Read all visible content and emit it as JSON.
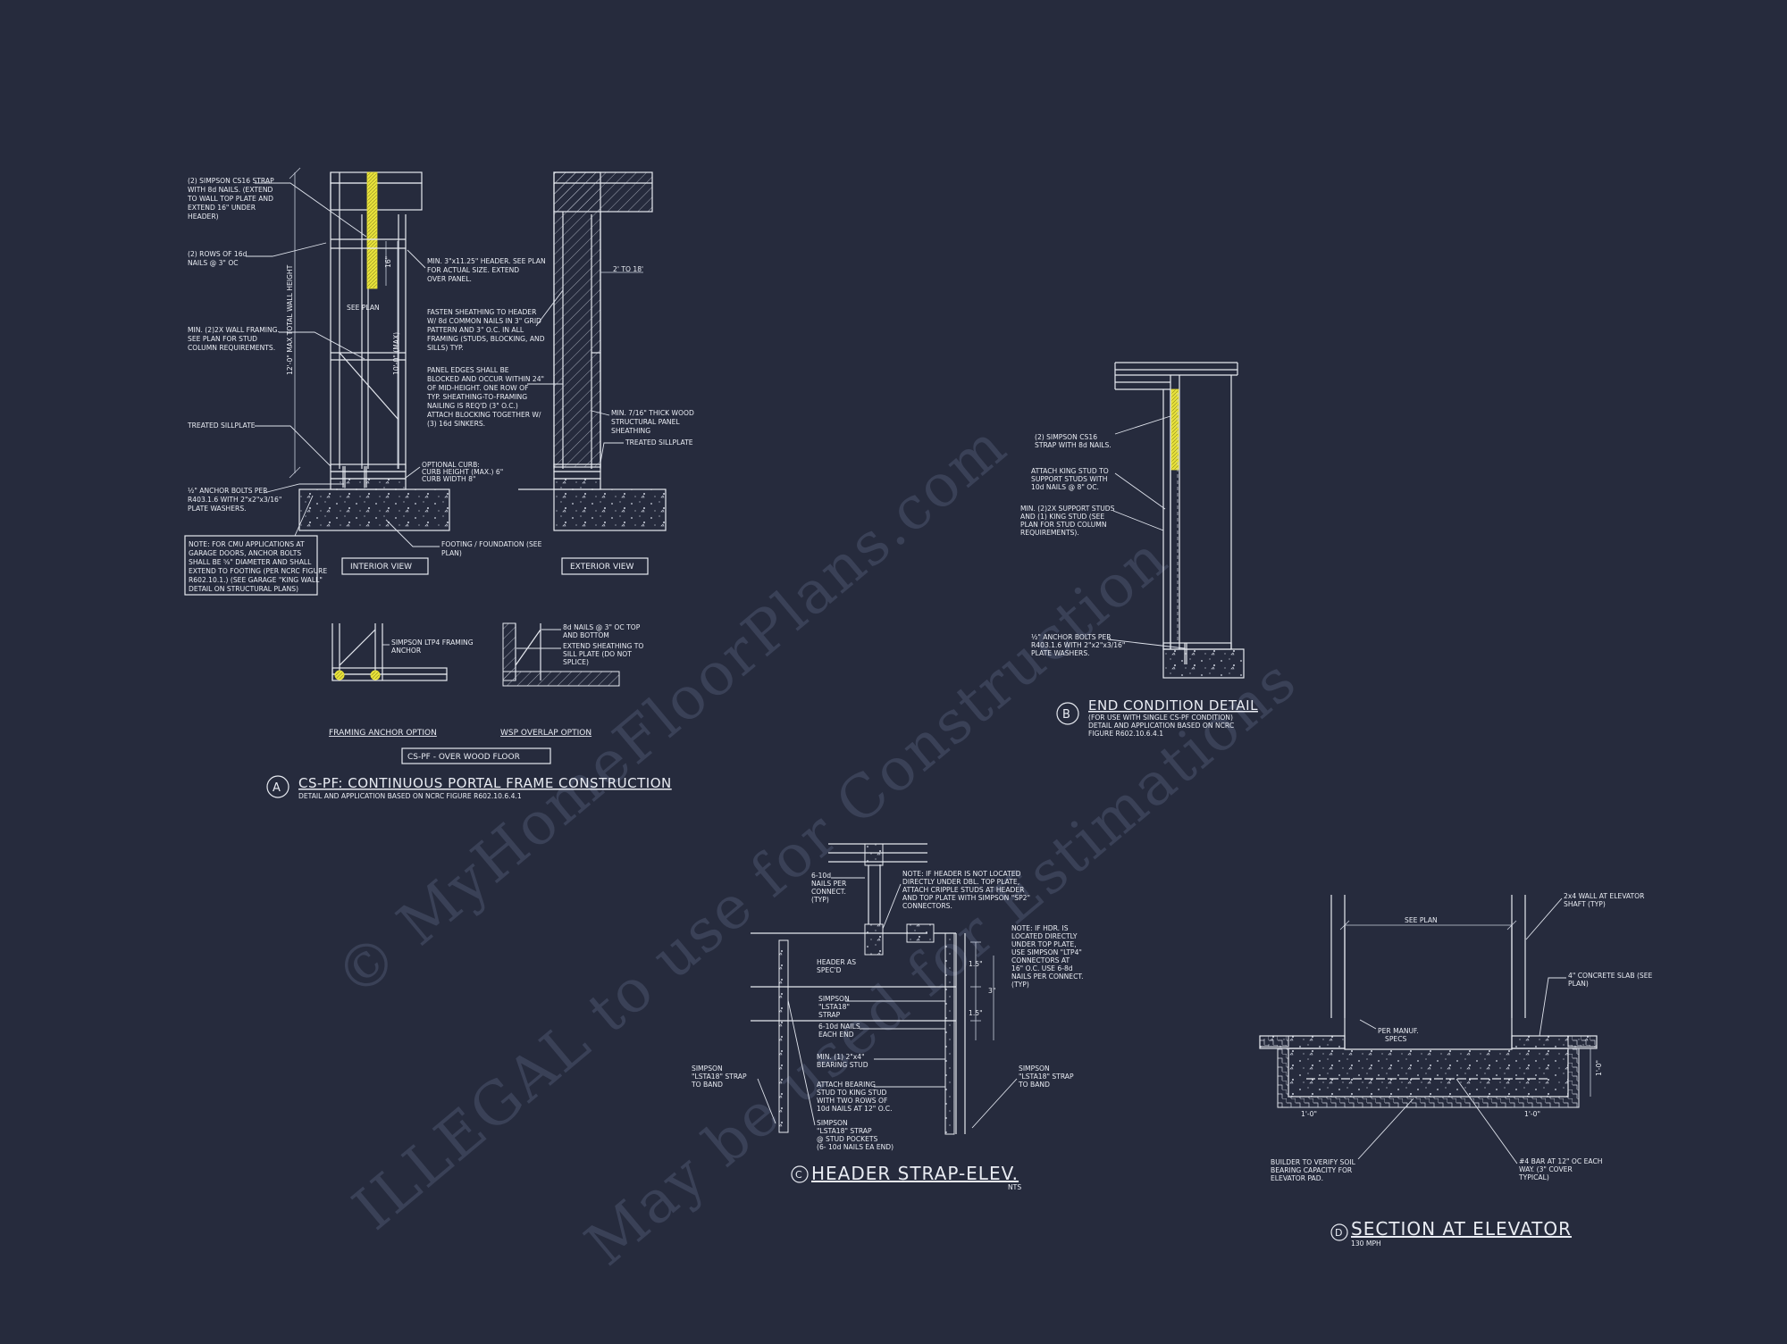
{
  "detail_a": {
    "notes": {
      "strap": [
        "(2) SIMPSON CS16 STRAP",
        "WITH 8d NAILS. (EXTEND",
        "TO WALL TOP PLATE AND",
        "EXTEND 16\" UNDER",
        "HEADER)"
      ],
      "nails": [
        "(2) ROWS OF 16d",
        "NAILS @ 3\" OC"
      ],
      "framing": [
        "MIN. (2)2X WALL FRAMING.",
        "SEE PLAN FOR STUD",
        "COLUMN REQUIREMENTS."
      ],
      "sillplate": [
        "TREATED SILLPLATE"
      ],
      "anchor": [
        "½\" ANCHOR BOLTS PER",
        "R403.1.6 WITH 2\"x2\"x3/16\"",
        "PLATE WASHERS."
      ],
      "cmu": [
        "NOTE: FOR CMU APPLICATIONS AT",
        "GARAGE DOORS, ANCHOR BOLTS",
        "SHALL BE ⅝\" DIAMETER AND SHALL",
        "EXTEND TO FOOTING (PER NCRC FIGURE",
        "R602.10.1.) (SEE GARAGE \"KING WALL\"",
        "DETAIL ON STRUCTURAL PLANS)"
      ],
      "header": [
        "MIN. 3\"x11.25\" HEADER. SEE PLAN",
        "FOR ACTUAL SIZE. EXTEND",
        "OVER PANEL."
      ],
      "fasten": [
        "FASTEN SHEATHING TO HEADER",
        "W/ 8d COMMON NAILS IN 3\" GRID",
        "PATTERN AND 3\" O.C. IN ALL",
        "FRAMING (STUDS, BLOCKING, AND",
        "SILLS) TYP."
      ],
      "panel": [
        "PANEL EDGES SHALL BE",
        "BLOCKED AND OCCUR WITHIN 24\"",
        "OF MID-HEIGHT. ONE ROW OF",
        "TYP. SHEATHING-TO-FRAMING",
        "NAILING IS REQ'D (3\" O.C.)",
        "ATTACH BLOCKING TOGETHER W/",
        "(3) 16d SINKERS."
      ],
      "curb": [
        "OPTIONAL CURB:",
        "CURB HEIGHT (MAX.) 6\"",
        "CURB WIDTH 8\""
      ],
      "footing": [
        "FOOTING / FOUNDATION (SEE",
        "PLAN)"
      ],
      "sheathing": [
        "MIN. 7/16\" THICK WOOD",
        "STRUCTURAL PANEL",
        "SHEATHING"
      ],
      "sill2": [
        "TREATED SILLPLATE"
      ],
      "ltp4": [
        "SIMPSON LTP4 FRAMING",
        "ANCHOR"
      ],
      "overlap": [
        "8d NAILS @ 3\" OC TOP",
        "AND BOTTOM",
        "EXTEND SHEATHING TO",
        "SILL PLATE (DO NOT",
        "SPLICE)"
      ]
    },
    "dims": {
      "total_height": "12'-0\" MAX TOTAL WALL HEIGHT",
      "wall_height": "10'-0\" (MAX)",
      "see_plan": "SEE PLAN",
      "header_h": "16\"",
      "range": "2' TO 18'"
    },
    "views": {
      "interior": "INTERIOR VIEW",
      "exterior": "EXTERIOR VIEW"
    },
    "options": {
      "anchor": "FRAMING ANCHOR OPTION",
      "overlap": "WSP OVERLAP OPTION"
    },
    "box_label": "CS-PF - OVER WOOD FLOOR",
    "marker": "A",
    "title": "CS-PF: CONTINUOUS PORTAL FRAME CONSTRUCTION",
    "subtitle": "DETAIL AND APPLICATION BASED ON NCRC FIGURE R602.10.6.4.1"
  },
  "detail_b": {
    "notes": {
      "strap": [
        "(2) SIMPSON CS16",
        "STRAP WITH 8d NAILS."
      ],
      "king": [
        "ATTACH KING STUD TO",
        "SUPPORT STUDS WITH",
        "10d NAILS @ 8\" OC."
      ],
      "support": [
        "MIN. (2)2X SUPPORT STUDS",
        "AND (1) KING STUD (SEE",
        "PLAN FOR STUD COLUMN",
        "REQUIREMENTS)."
      ],
      "anchor": [
        "½\" ANCHOR BOLTS PER",
        "R403.1.6 WITH 2\"x2\"x3/16\"",
        "PLATE WASHERS."
      ]
    },
    "marker": "B",
    "title": "END CONDITION DETAIL",
    "subtitle": [
      "(FOR USE WITH SINGLE CS-PF CONDITION)",
      "DETAIL AND APPLICATION BASED ON NCRC",
      "FIGURE R602.10.6.4.1"
    ]
  },
  "detail_c": {
    "notes": {
      "nails": [
        "6-10d",
        "NAILS PER",
        "CONNECT.",
        "(TYP)"
      ],
      "note1": [
        "NOTE: IF HEADER IS NOT LOCATED",
        "DIRECTLY UNDER DBL. TOP PLATE,",
        "ATTACH CRIPPLE STUDS AT HEADER",
        "AND TOP PLATE WITH SIMPSON \"SP2\"",
        "CONNECTORS."
      ],
      "note2": [
        "NOTE: IF HDR. IS",
        "LOCATED DIRECTLY",
        "UNDER TOP PLATE,",
        "USE SIMPSON \"LTP4\"",
        "CONNECTORS AT",
        "16\" O.C.  USE 6-8d",
        "NAILS PER CONNECT.",
        "(TYP)"
      ],
      "header": [
        "HEADER AS",
        "SPEC'D"
      ],
      "lstas": [
        "SIMPSON",
        "\"LSTA18\"",
        "STRAP"
      ],
      "nails2": [
        "6-10d NAILS",
        "EACH END"
      ],
      "bearing": [
        "MIN. (1) 2\"x4\"",
        "BEARING STUD"
      ],
      "attach": [
        "ATTACH BEARING",
        "STUD TO KING STUD",
        "WITH TWO ROWS OF",
        "10d NAILS AT 12\" O.C."
      ],
      "pockets": [
        "SIMPSON",
        "\"LSTA18\" STRAP",
        "@ STUD POCKETS",
        "(6- 10d NAILS EA END)"
      ],
      "left": [
        "SIMPSON",
        "\"LSTA18\" STRAP",
        "TO BAND"
      ],
      "right": [
        "SIMPSON",
        "\"LSTA18\" STRAP",
        "TO BAND"
      ]
    },
    "dims": {
      "d1": "1.5\"",
      "d2": "3\"",
      "d3": "1.5\""
    },
    "marker": "C",
    "title": "HEADER STRAP-ELEV.",
    "nts": "NTS"
  },
  "detail_d": {
    "notes": {
      "wall": [
        "2x4 WALL AT ELEVATOR",
        "SHAFT (TYP)"
      ],
      "slab": [
        "4\" CONCRETE SLAB (SEE",
        "PLAN)"
      ],
      "manuf": [
        "PER MANUF.",
        "SPECS"
      ],
      "builder": [
        "BUILDER TO VERIFY SOIL",
        "BEARING CAPACITY FOR",
        "ELEVATOR PAD."
      ],
      "bar": [
        "#4 BAR AT 12\" OC EACH",
        "WAY. (3\" COVER",
        "TYPICAL)"
      ]
    },
    "dims": {
      "see_plan": "SEE PLAN",
      "d1": "1'-0\"",
      "d2": "1'-0\"",
      "d3": "1'-0\""
    },
    "marker": "D",
    "title": "SECTION AT ELEVATOR",
    "sub": "130 MPH"
  },
  "watermark": [
    "© MyHomeFloorPlans.com",
    "ILLEGAL to use for Construction",
    "May be used for Estimations"
  ],
  "colors": {
    "background": "#262b3d",
    "line": "#e6e9f0",
    "highlight": "#e8e23a"
  }
}
